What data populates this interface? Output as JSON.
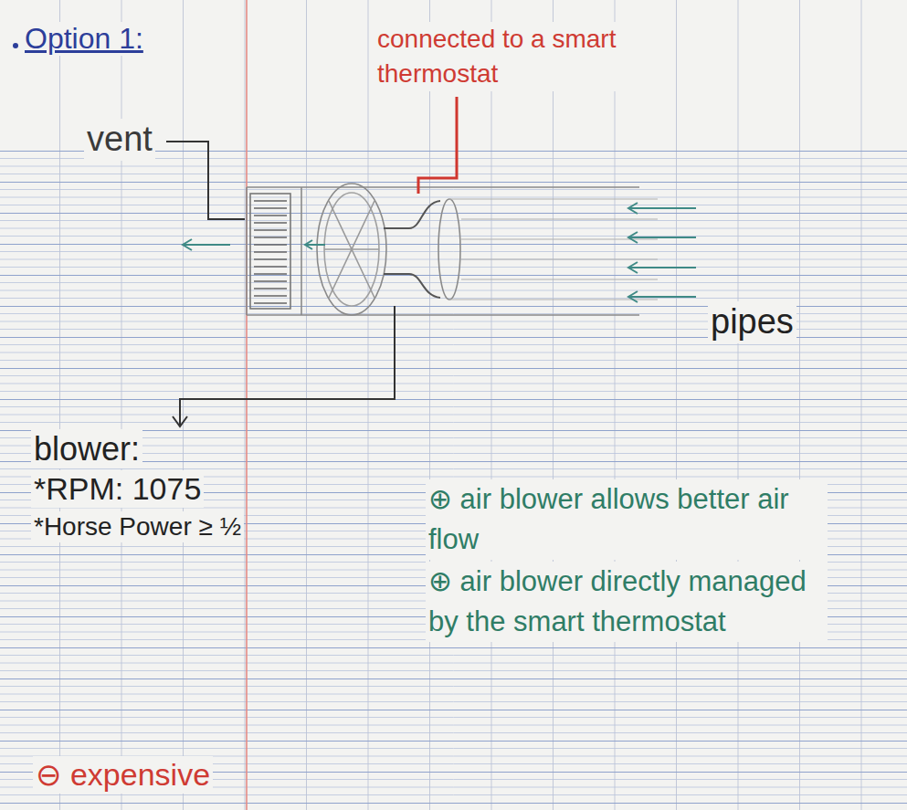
{
  "diagram": {
    "title": "Option 1:",
    "labels": [
      "vent",
      "connected to a smart thermostat",
      "pipes",
      "blower:",
      "*RPM: 1075",
      "*Horse Power ≥ ½",
      "⊕ air blower allows better air flow",
      "⊕ air blower directly managed by the smart thermostat",
      "⊖ expensive"
    ]
  }
}
